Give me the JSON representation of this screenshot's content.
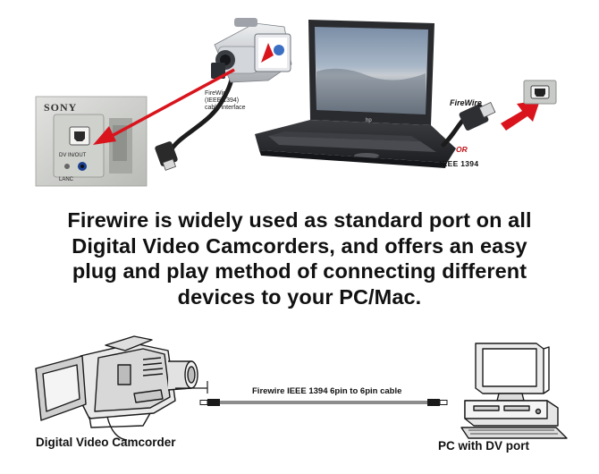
{
  "headline": {
    "line1": "Firewire is widely used as standard port on all",
    "line2": "Digital Video Camcorders, and offers an easy",
    "line3": "plug and play method of connecting different",
    "line4": "devices to your PC/Mac."
  },
  "top_photo": {
    "sony_label": "SONY",
    "port_label": "DV IN/OUT",
    "lanc_label": "LANC",
    "cable_label_1": "FireWire",
    "cable_label_2": "(IEEE 1394)",
    "cable_label_3": "cable interface",
    "right_label": "FireWire",
    "or_label": "OR",
    "ieee_label": "IEEE 1394",
    "laptop_brand": "hp"
  },
  "bottom_diagram": {
    "cable_label": "Firewire IEEE 1394 6pin to 6pin cable",
    "left_caption": "Digital Video Camcorder",
    "right_caption": "PC with DV port"
  },
  "colors": {
    "arrow_red": "#d9141c",
    "text": "#111111",
    "laptop_dark": "#2a2b2e",
    "camcorder_silver": "#c9ccd0"
  }
}
